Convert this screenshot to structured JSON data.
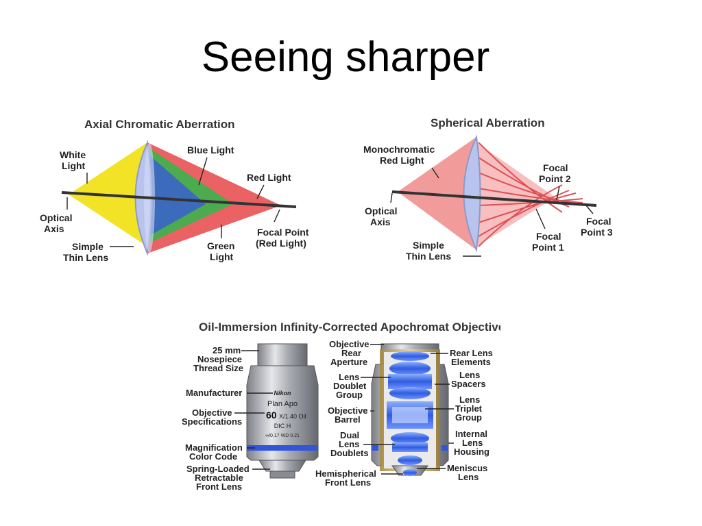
{
  "slide": {
    "title": "Seeing sharper"
  },
  "axial": {
    "title": "Axial Chromatic Aberration",
    "white_light": [
      "White",
      "Light"
    ],
    "blue_light": "Blue Light",
    "red_light": "Red Light",
    "optical_axis": [
      "Optical",
      "Axis"
    ],
    "focal_point": [
      "Focal Point",
      "(Red Light)"
    ],
    "simple_lens": [
      "Simple",
      "Thin Lens"
    ],
    "green_light": [
      "Green",
      "Light"
    ]
  },
  "spherical": {
    "title": "Spherical Aberration",
    "mono": [
      "Monochromatic",
      "Red Light"
    ],
    "focal2": [
      "Focal",
      "Point 2"
    ],
    "optical_axis": [
      "Optical",
      "Axis"
    ],
    "focal3": [
      "Focal",
      "Point 3"
    ],
    "focal1": [
      "Focal",
      "Point 1"
    ],
    "simple_lens": [
      "Simple",
      "Thin Lens"
    ]
  },
  "objective": {
    "title": "Oil-Immersion Infinity-Corrected Apochromat Objective",
    "left_labels": {
      "thread": [
        "25 mm",
        "Nosepiece",
        "Thread Size"
      ],
      "manufacturer": [
        "Manufacturer"
      ],
      "specs": [
        "Objective",
        "Specifications"
      ],
      "color_code": [
        "Magnification",
        "Color Code"
      ],
      "front_lens": [
        "Spring-Loaded",
        "Retractable",
        "Front Lens"
      ]
    },
    "mid_labels": {
      "rear_aperture": [
        "Objective",
        "Rear",
        "Aperture"
      ],
      "doublet": [
        "Lens",
        "Doublet",
        "Group"
      ],
      "barrel": [
        "Objective",
        "Barrel"
      ],
      "dual": [
        "Dual",
        "Lens",
        "Doublets"
      ],
      "hemispherical": [
        "Hemispherical",
        "Front Lens"
      ]
    },
    "right_labels": {
      "rear_elements": [
        "Rear Lens",
        "Elements"
      ],
      "spacers": [
        "Lens",
        "Spacers"
      ],
      "triplet": [
        "Lens",
        "Triplet",
        "Group"
      ],
      "housing": [
        "Internal",
        "Lens",
        "Housing"
      ],
      "meniscus": [
        "Meniscus",
        "Lens"
      ]
    },
    "barrel_text": {
      "brand": "Nikon",
      "line1": "Plan Apo",
      "mag": "60",
      "mag_rest": "X/1.40 Oil",
      "line3": "DIC H",
      "line4": "∞/0.17   WD   0.21"
    }
  },
  "colors": {
    "yellow": "#f2e21a",
    "blue": "#3a5fd0",
    "green": "#2fb84a",
    "red": "#e8474a",
    "lens": "#b9c4ee",
    "barrel_blue": "#3355d8"
  }
}
